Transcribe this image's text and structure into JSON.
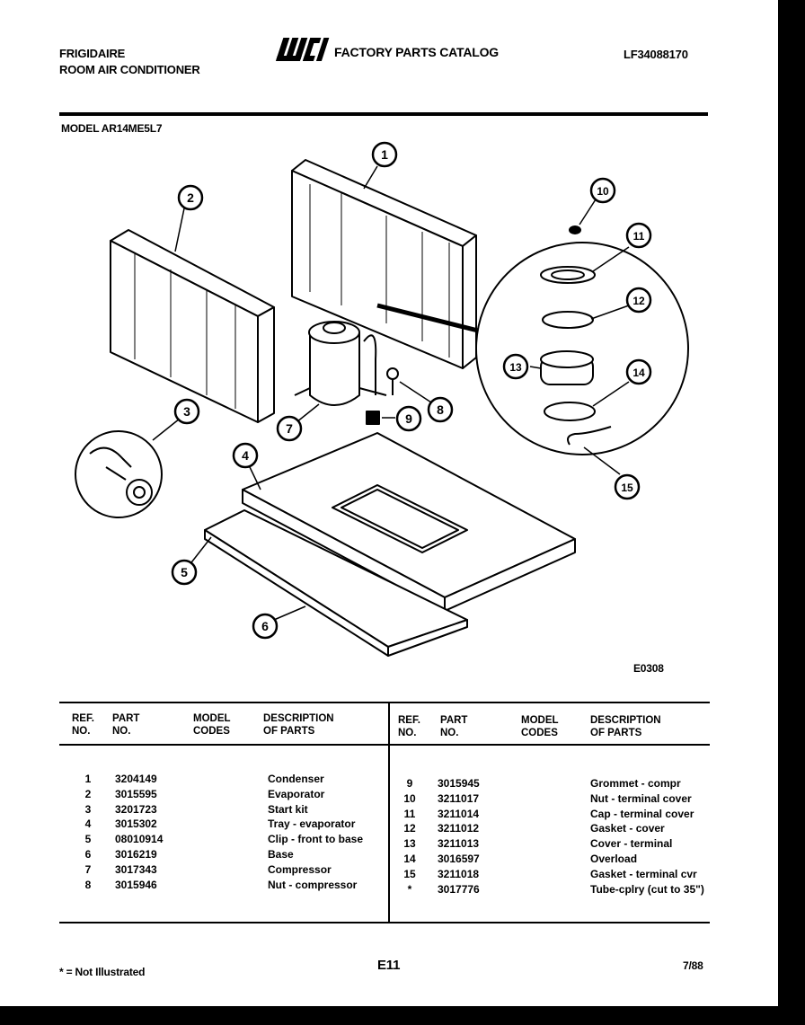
{
  "header": {
    "brand": "FRIGIDAIRE",
    "product": "ROOM AIR CONDITIONER",
    "catalog_logo": "WCI",
    "catalog_title": "FACTORY PARTS CATALOG",
    "catalog_number": "LF34088170",
    "model": "MODEL AR14ME5L7"
  },
  "diagram": {
    "callouts": [
      "1",
      "2",
      "3",
      "4",
      "5",
      "6",
      "7",
      "8",
      "9",
      "10",
      "11",
      "12",
      "13",
      "14",
      "15"
    ],
    "figure_code": "E0308"
  },
  "table": {
    "headers_left": {
      "ref": "REF.\nNO.",
      "part": "PART\nNO.",
      "codes": "MODEL\nCODES",
      "desc": "DESCRIPTION\nOF PARTS"
    },
    "headers_right": {
      "ref": "REF.\nNO.",
      "part": "PART\nNO.",
      "codes": "MODEL\nCODES",
      "desc": "DESCRIPTION\nOF PARTS"
    },
    "left_rows": [
      {
        "ref": "1",
        "part": "3204149",
        "desc": "Condenser"
      },
      {
        "ref": "2",
        "part": "3015595",
        "desc": "Evaporator"
      },
      {
        "ref": "3",
        "part": "3201723",
        "desc": "Start kit"
      },
      {
        "ref": "4",
        "part": "3015302",
        "desc": "Tray - evaporator"
      },
      {
        "ref": "5",
        "part": "08010914",
        "desc": "Clip - front to base"
      },
      {
        "ref": "6",
        "part": "3016219",
        "desc": "Base"
      },
      {
        "ref": "7",
        "part": "3017343",
        "desc": "Compressor"
      },
      {
        "ref": "8",
        "part": "3015946",
        "desc": "Nut - compressor"
      }
    ],
    "right_rows": [
      {
        "ref": "9",
        "part": "3015945",
        "desc": "Grommet - compr"
      },
      {
        "ref": "10",
        "part": "3211017",
        "desc": "Nut - terminal cover"
      },
      {
        "ref": "11",
        "part": "3211014",
        "desc": "Cap - terminal cover"
      },
      {
        "ref": "12",
        "part": "3211012",
        "desc": "Gasket - cover"
      },
      {
        "ref": "13",
        "part": "3211013",
        "desc": "Cover - terminal"
      },
      {
        "ref": "14",
        "part": "3016597",
        "desc": "Overload"
      },
      {
        "ref": "15",
        "part": "3211018",
        "desc": "Gasket - terminal cvr"
      },
      {
        "ref": "*",
        "part": "3017776",
        "desc": "Tube-cplry (cut to 35\")"
      }
    ]
  },
  "footer": {
    "note": "* = Not Illustrated",
    "page": "E11",
    "date": "7/88"
  }
}
